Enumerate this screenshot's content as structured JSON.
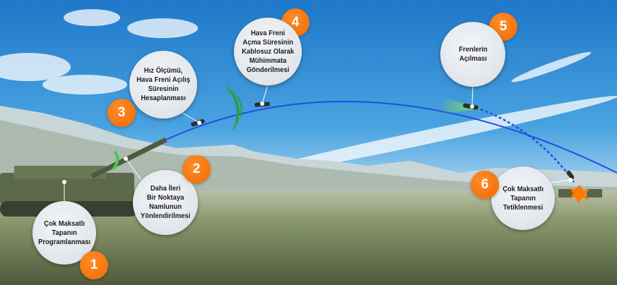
{
  "steps": [
    {
      "number": "1",
      "label": "Çok Maksatlı\nTapanın\nProgramlanması"
    },
    {
      "number": "2",
      "label": "Daha İleri\nBir Noktaya\nNamlunun\nYönlendirilmesi"
    },
    {
      "number": "3",
      "label": "Hız Ölçümü,\nHava Freni Açılış\nSüresinin\nHesaplanması"
    },
    {
      "number": "4",
      "label": "Hava Freni\nAçma Süresinin\nKablosuz Olarak\nMühimmata\nGönderilmesi"
    },
    {
      "number": "5",
      "label": "Frenlerin\nAçılması"
    },
    {
      "number": "6",
      "label": "Çok Maksatlı\nTapanın\nTetiklenmesi"
    }
  ],
  "colors": {
    "badge": "#f06a00",
    "trajectory": "#1f4fe0",
    "signal": "#2e9e3e"
  }
}
